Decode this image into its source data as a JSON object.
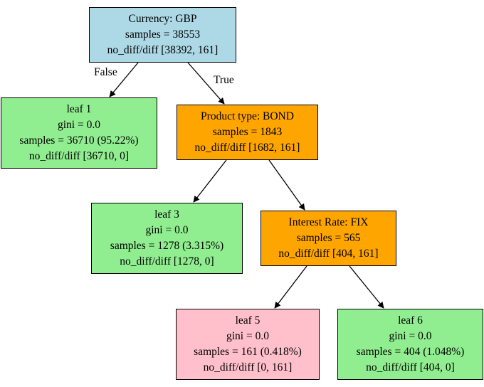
{
  "colors": {
    "split_root": "#add8e6",
    "split_internal": "#ffa500",
    "leaf_no_diff": "#90ee90",
    "leaf_diff": "#ffc0cb"
  },
  "edges": {
    "false_label": "False",
    "true_label": "True"
  },
  "nodes": {
    "root": {
      "title": "Currency: GBP",
      "samples": "samples = 38553",
      "counts": "no_diff/diff [38392, 161]"
    },
    "leaf1": {
      "title": "leaf 1",
      "gini": "gini = 0.0",
      "samples": "samples = 36710 (95.22%)",
      "counts": "no_diff/diff [36710, 0]"
    },
    "bond": {
      "title": "Product type: BOND",
      "samples": "samples = 1843",
      "counts": "no_diff/diff [1682, 161]"
    },
    "leaf3": {
      "title": "leaf 3",
      "gini": "gini = 0.0",
      "samples": "samples = 1278 (3.315%)",
      "counts": "no_diff/diff [1278, 0]"
    },
    "fix": {
      "title": "Interest Rate: FIX",
      "samples": "samples = 565",
      "counts": "no_diff/diff [404, 161]"
    },
    "leaf5": {
      "title": "leaf 5",
      "gini": "gini = 0.0",
      "samples": "samples = 161 (0.418%)",
      "counts": "no_diff/diff [0, 161]"
    },
    "leaf6": {
      "title": "leaf 6",
      "gini": "gini = 0.0",
      "samples": "samples = 404 (1.048%)",
      "counts": "no_diff/diff [404, 0]"
    }
  }
}
